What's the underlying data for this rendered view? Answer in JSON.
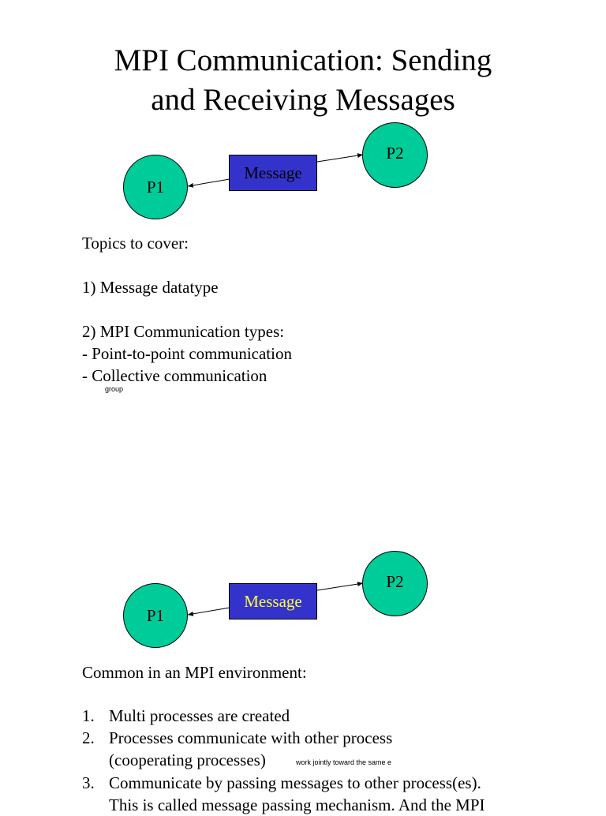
{
  "slide1": {
    "title_line1": "MPI Communication: Sending",
    "title_line2": "and Receiving Messages",
    "diagram": {
      "p1": "P1",
      "p2": "P2",
      "message": "Message"
    },
    "topics_heading": "Topics to cover:",
    "topic1": "1) Message datatype",
    "topic2": "2) MPI Communication types:",
    "topic2a": "- Point-to-point communication",
    "topic2b": "- Collective communication",
    "note_group": "group"
  },
  "slide2": {
    "diagram": {
      "p1": "P1",
      "p2": "P2",
      "message": "Message"
    },
    "heading": "Common in an MPI environment:",
    "items": [
      {
        "num": "1.",
        "text": "Multi processes are created"
      },
      {
        "num": "2.",
        "text": "Processes communicate with other process"
      },
      {
        "num": "",
        "text": "(cooperating processes)"
      },
      {
        "num": "3.",
        "text": "Communicate by passing messages to other process(es)."
      },
      {
        "num": "",
        "text": "This is called message passing mechanism. And the MPI"
      }
    ],
    "note_jointly": "work jointly toward the same e"
  },
  "colors": {
    "node_fill": "#00cc99",
    "message_fill": "#3333cc",
    "message2_text": "#ffff33"
  }
}
